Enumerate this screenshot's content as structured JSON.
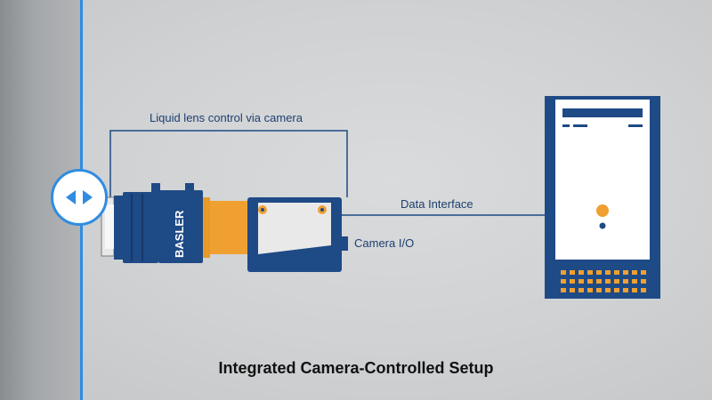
{
  "diagram": {
    "labels": {
      "lens_control": "Liquid lens control via camera",
      "data_interface": "Data Interface",
      "camera_io": "Camera I/O"
    },
    "lens_brand": "BASLER",
    "caption": "Integrated Camera-Controlled Setup"
  },
  "colors": {
    "navy": "#1e4a86",
    "orange": "#f0a030",
    "accent_blue": "#2f8ce0",
    "label_text": "#1f3f6e"
  },
  "compare_slider": {
    "icon_left": "chevron-left-icon",
    "icon_right": "chevron-right-icon"
  }
}
